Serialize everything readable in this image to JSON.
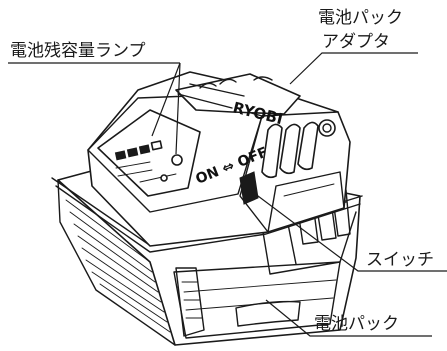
{
  "labels": {
    "battery_indicator_lamp": "電池残容量ランプ",
    "adapter_line1": "電池パック",
    "adapter_line2": "アダプタ",
    "switch": "スイッチ",
    "battery_pack": "電池パック"
  },
  "device_markings": {
    "brand": "RYOBI",
    "switch_marking": "ON ⇔ OFF"
  },
  "colors": {
    "line": "#1a1a1a",
    "background": "#ffffff"
  }
}
